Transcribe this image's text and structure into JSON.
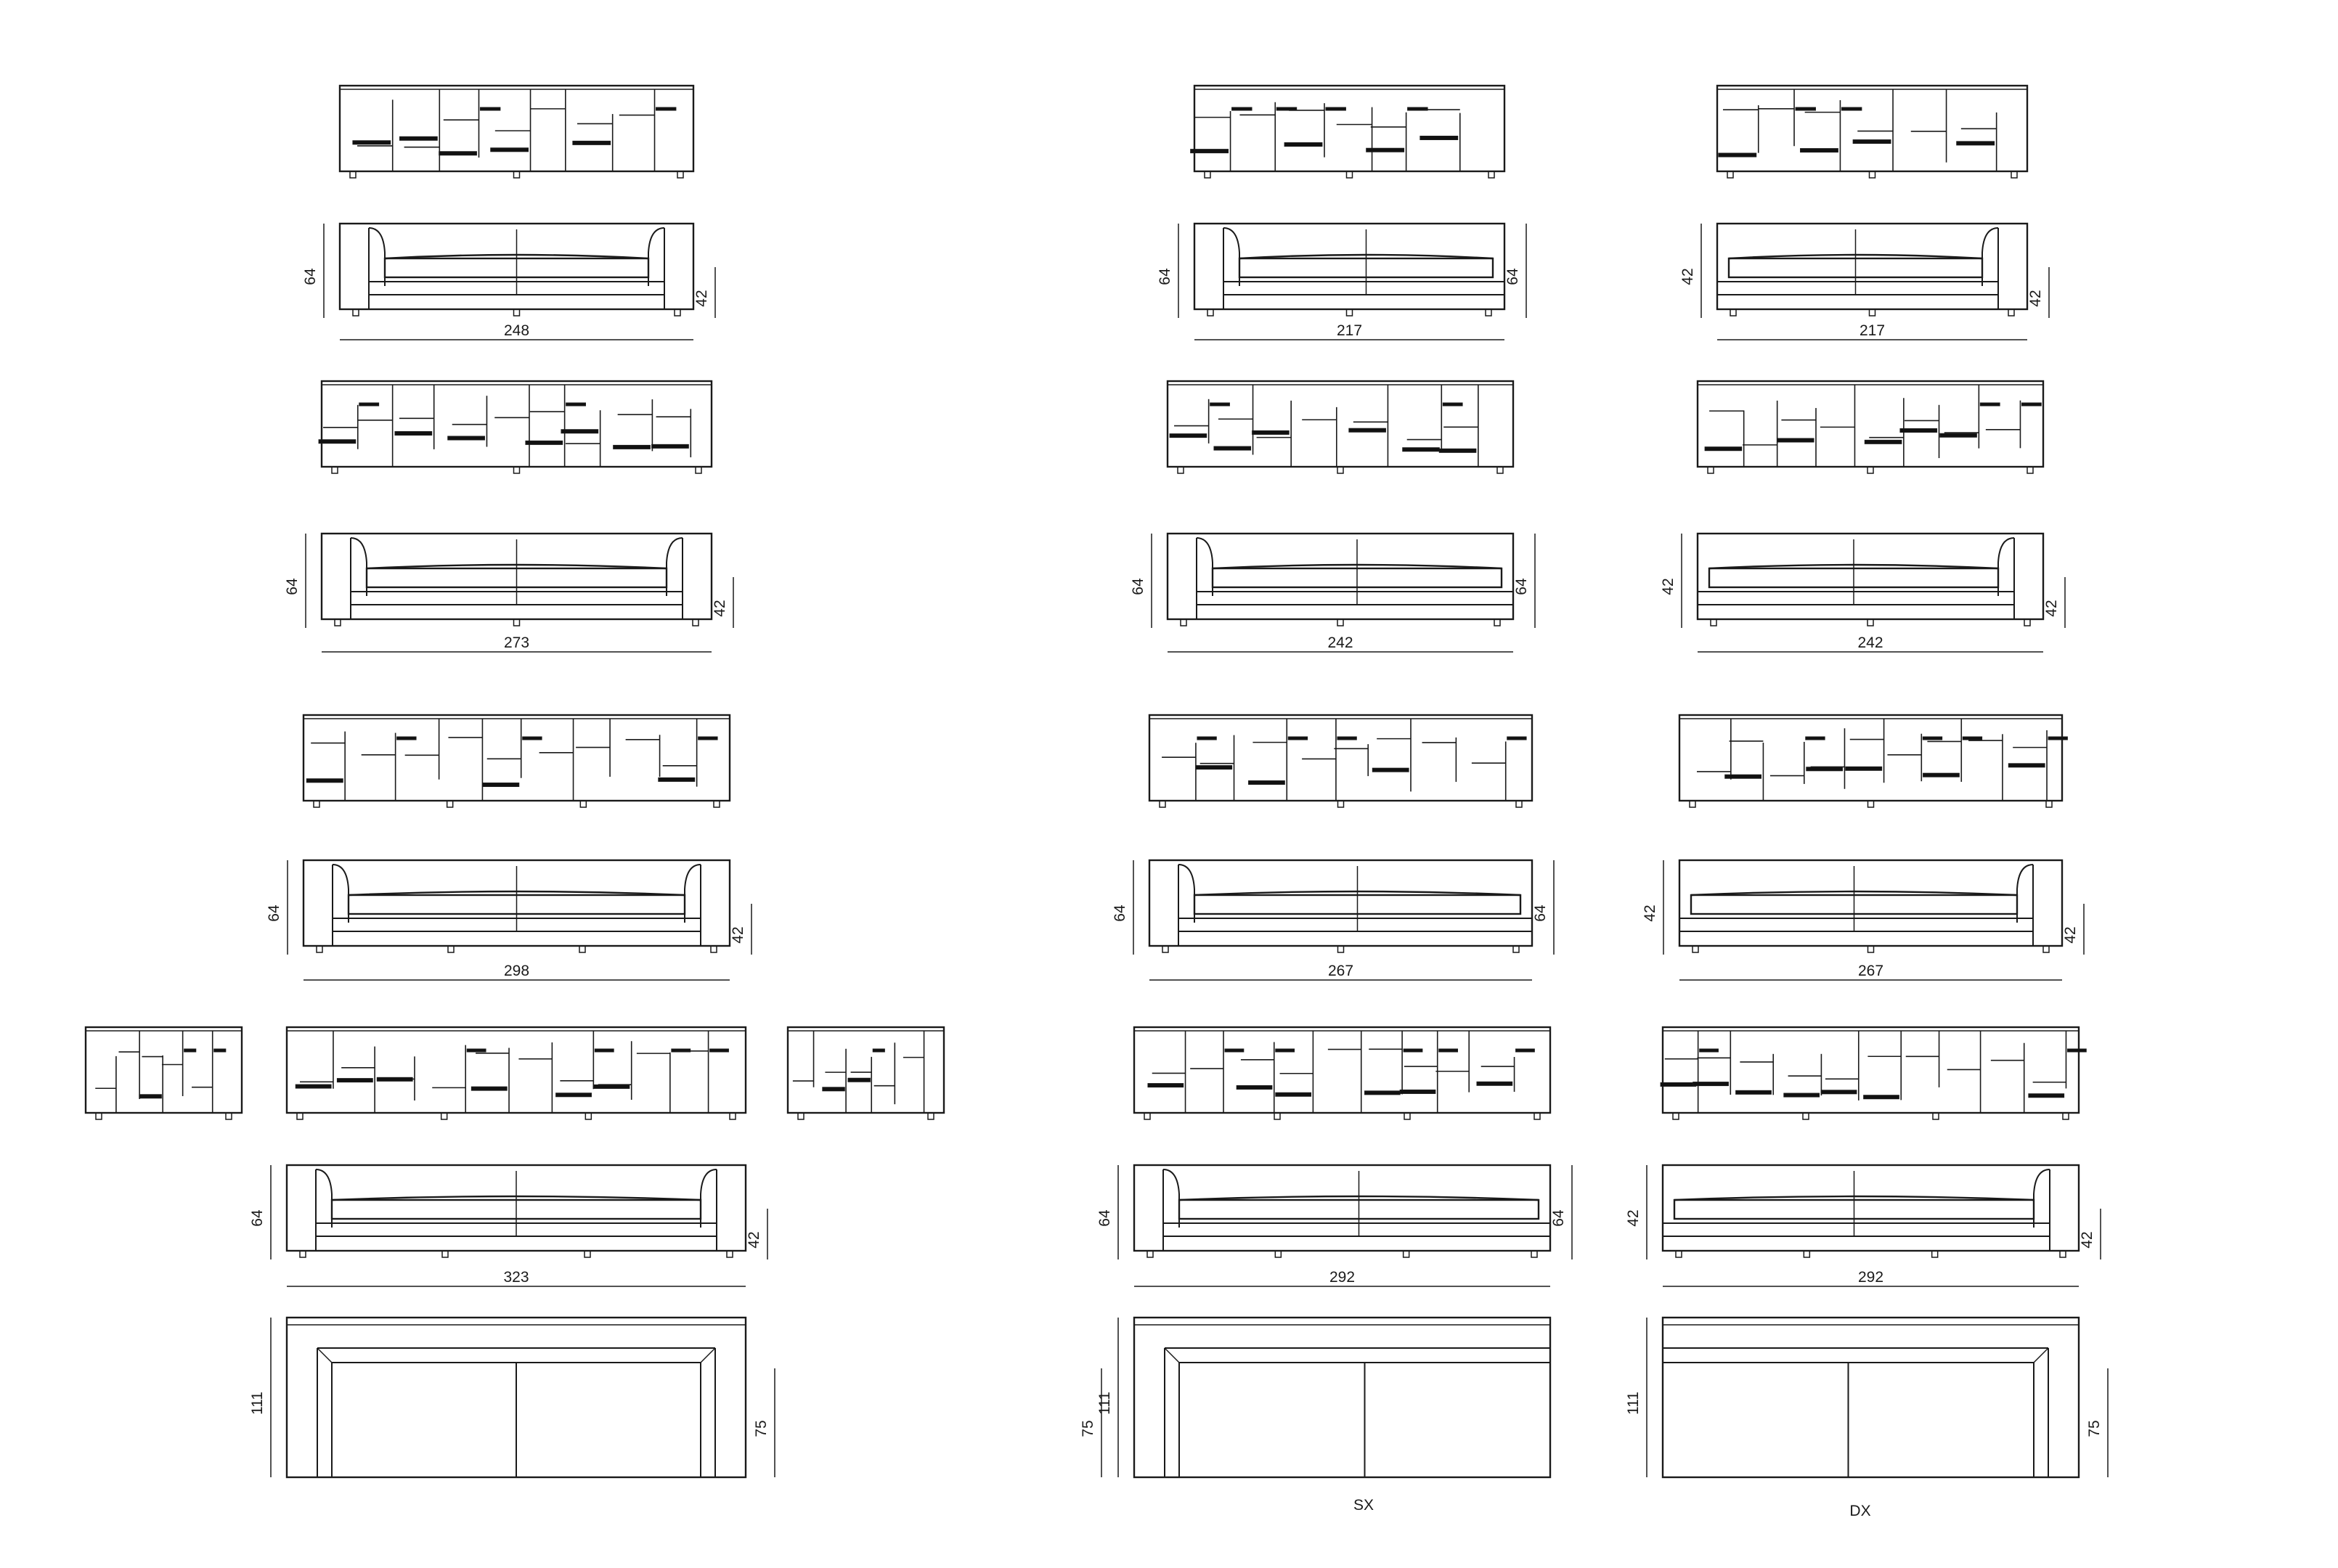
{
  "colors": {
    "line": "#1a1a1a",
    "fill_dark": "#111111",
    "background": "#ffffff"
  },
  "unit_note": "",
  "seat_height": "42",
  "back_height": "64",
  "depth": "111",
  "seat_depth": "75",
  "columns": [
    {
      "id": "center",
      "label": "",
      "lengths": [
        "248",
        "273",
        "298",
        "323"
      ]
    },
    {
      "id": "sx",
      "label": "SX",
      "lengths": [
        "217",
        "242",
        "267",
        "292"
      ]
    },
    {
      "id": "dx",
      "label": "DX",
      "lengths": [
        "217",
        "242",
        "267",
        "292"
      ]
    }
  ]
}
